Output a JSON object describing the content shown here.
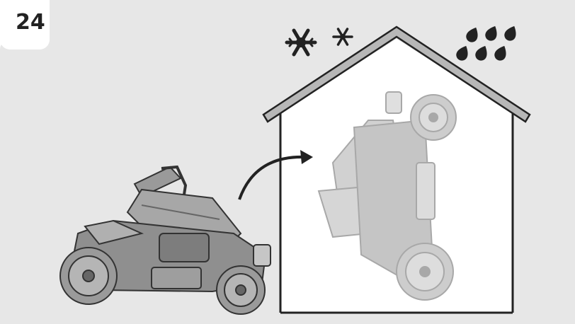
{
  "step": {
    "number": "24"
  },
  "colors": {
    "panel_bg": "#e7e7e7",
    "house_fill": "#ffffff",
    "roof": "#b7b7b7",
    "outline": "#222222",
    "mower_dark": "#8a8a8a",
    "mower_light": "#c2c2c2"
  },
  "icons": [
    "snowflake-icon",
    "snowflake-icon",
    "rain-drops-icon",
    "curved-arrow-icon",
    "lawn-mower-illustration",
    "folded-mower-illustration",
    "house-icon"
  ]
}
